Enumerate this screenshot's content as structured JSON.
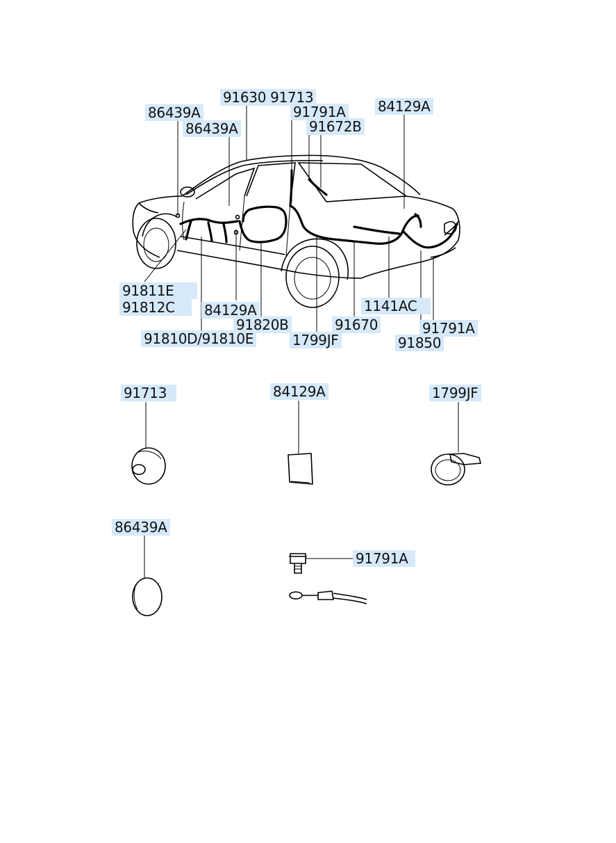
{
  "labels": {
    "l_86439A_1": "86439A",
    "l_86439A_2": "86439A",
    "l_91630_91713": "91630 91713",
    "l_91791A_top": "91791A",
    "l_91672B": "91672B",
    "l_84129A_top": "84129A",
    "l_91811E": "91811E",
    "l_91812C": "91812C",
    "l_84129A_mid": "84129A",
    "l_91820B": "91820B",
    "l_91810DE": "91810D/91810E",
    "l_1799JF": "1799JF",
    "l_91670": "91670",
    "l_1141AC": "1141AC",
    "l_91791A_right": "91791A",
    "l_91850": "91850",
    "p_91713": "91713",
    "p_84129A": "84129A",
    "p_1799JF": "1799JF",
    "p_86439A": "86439A",
    "p_91791A": "91791A"
  }
}
